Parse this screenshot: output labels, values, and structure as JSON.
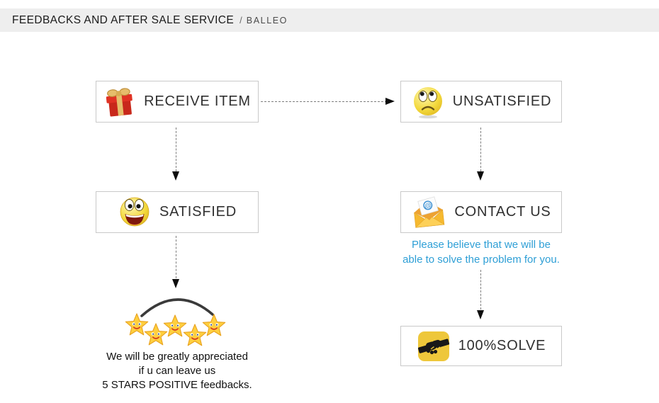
{
  "header": {
    "title": "FEEDBACKS AND AFTER SALE SERVICE",
    "separator": "/",
    "brand": "BALLEO"
  },
  "flowchart": {
    "nodes": {
      "receive_item": {
        "label": "RECEIVE ITEM",
        "icon": "gift-icon"
      },
      "unsatisfied": {
        "label": "UNSATISFIED",
        "icon": "sad-face-icon"
      },
      "satisfied": {
        "label": "SATISFIED",
        "icon": "happy-face-icon"
      },
      "contact_us": {
        "label": "CONTACT US",
        "icon": "email-icon"
      },
      "solve": {
        "label": "100%SOLVE",
        "icon": "handshake-icon"
      }
    },
    "contact_note": {
      "line1": "Please believe that we will be",
      "line2": "able to solve the problem for you."
    },
    "feedback_note": {
      "line1": "We will be greatly appreciated",
      "line2": "if u can leave us",
      "line3": "5 STARS POSITIVE feedbacks."
    },
    "stars_count": 5
  },
  "icons": {
    "email_at_glyph": "@"
  },
  "colors": {
    "header_bg": "#eeeeee",
    "box_border": "#c9c9c9",
    "note_blue": "#2e9fd6",
    "text_dark": "#1a1a1a",
    "handshake_bg": "#eec73b",
    "star_yellow": "#ffcf3e",
    "arrow_black": "#0d0d0d"
  }
}
